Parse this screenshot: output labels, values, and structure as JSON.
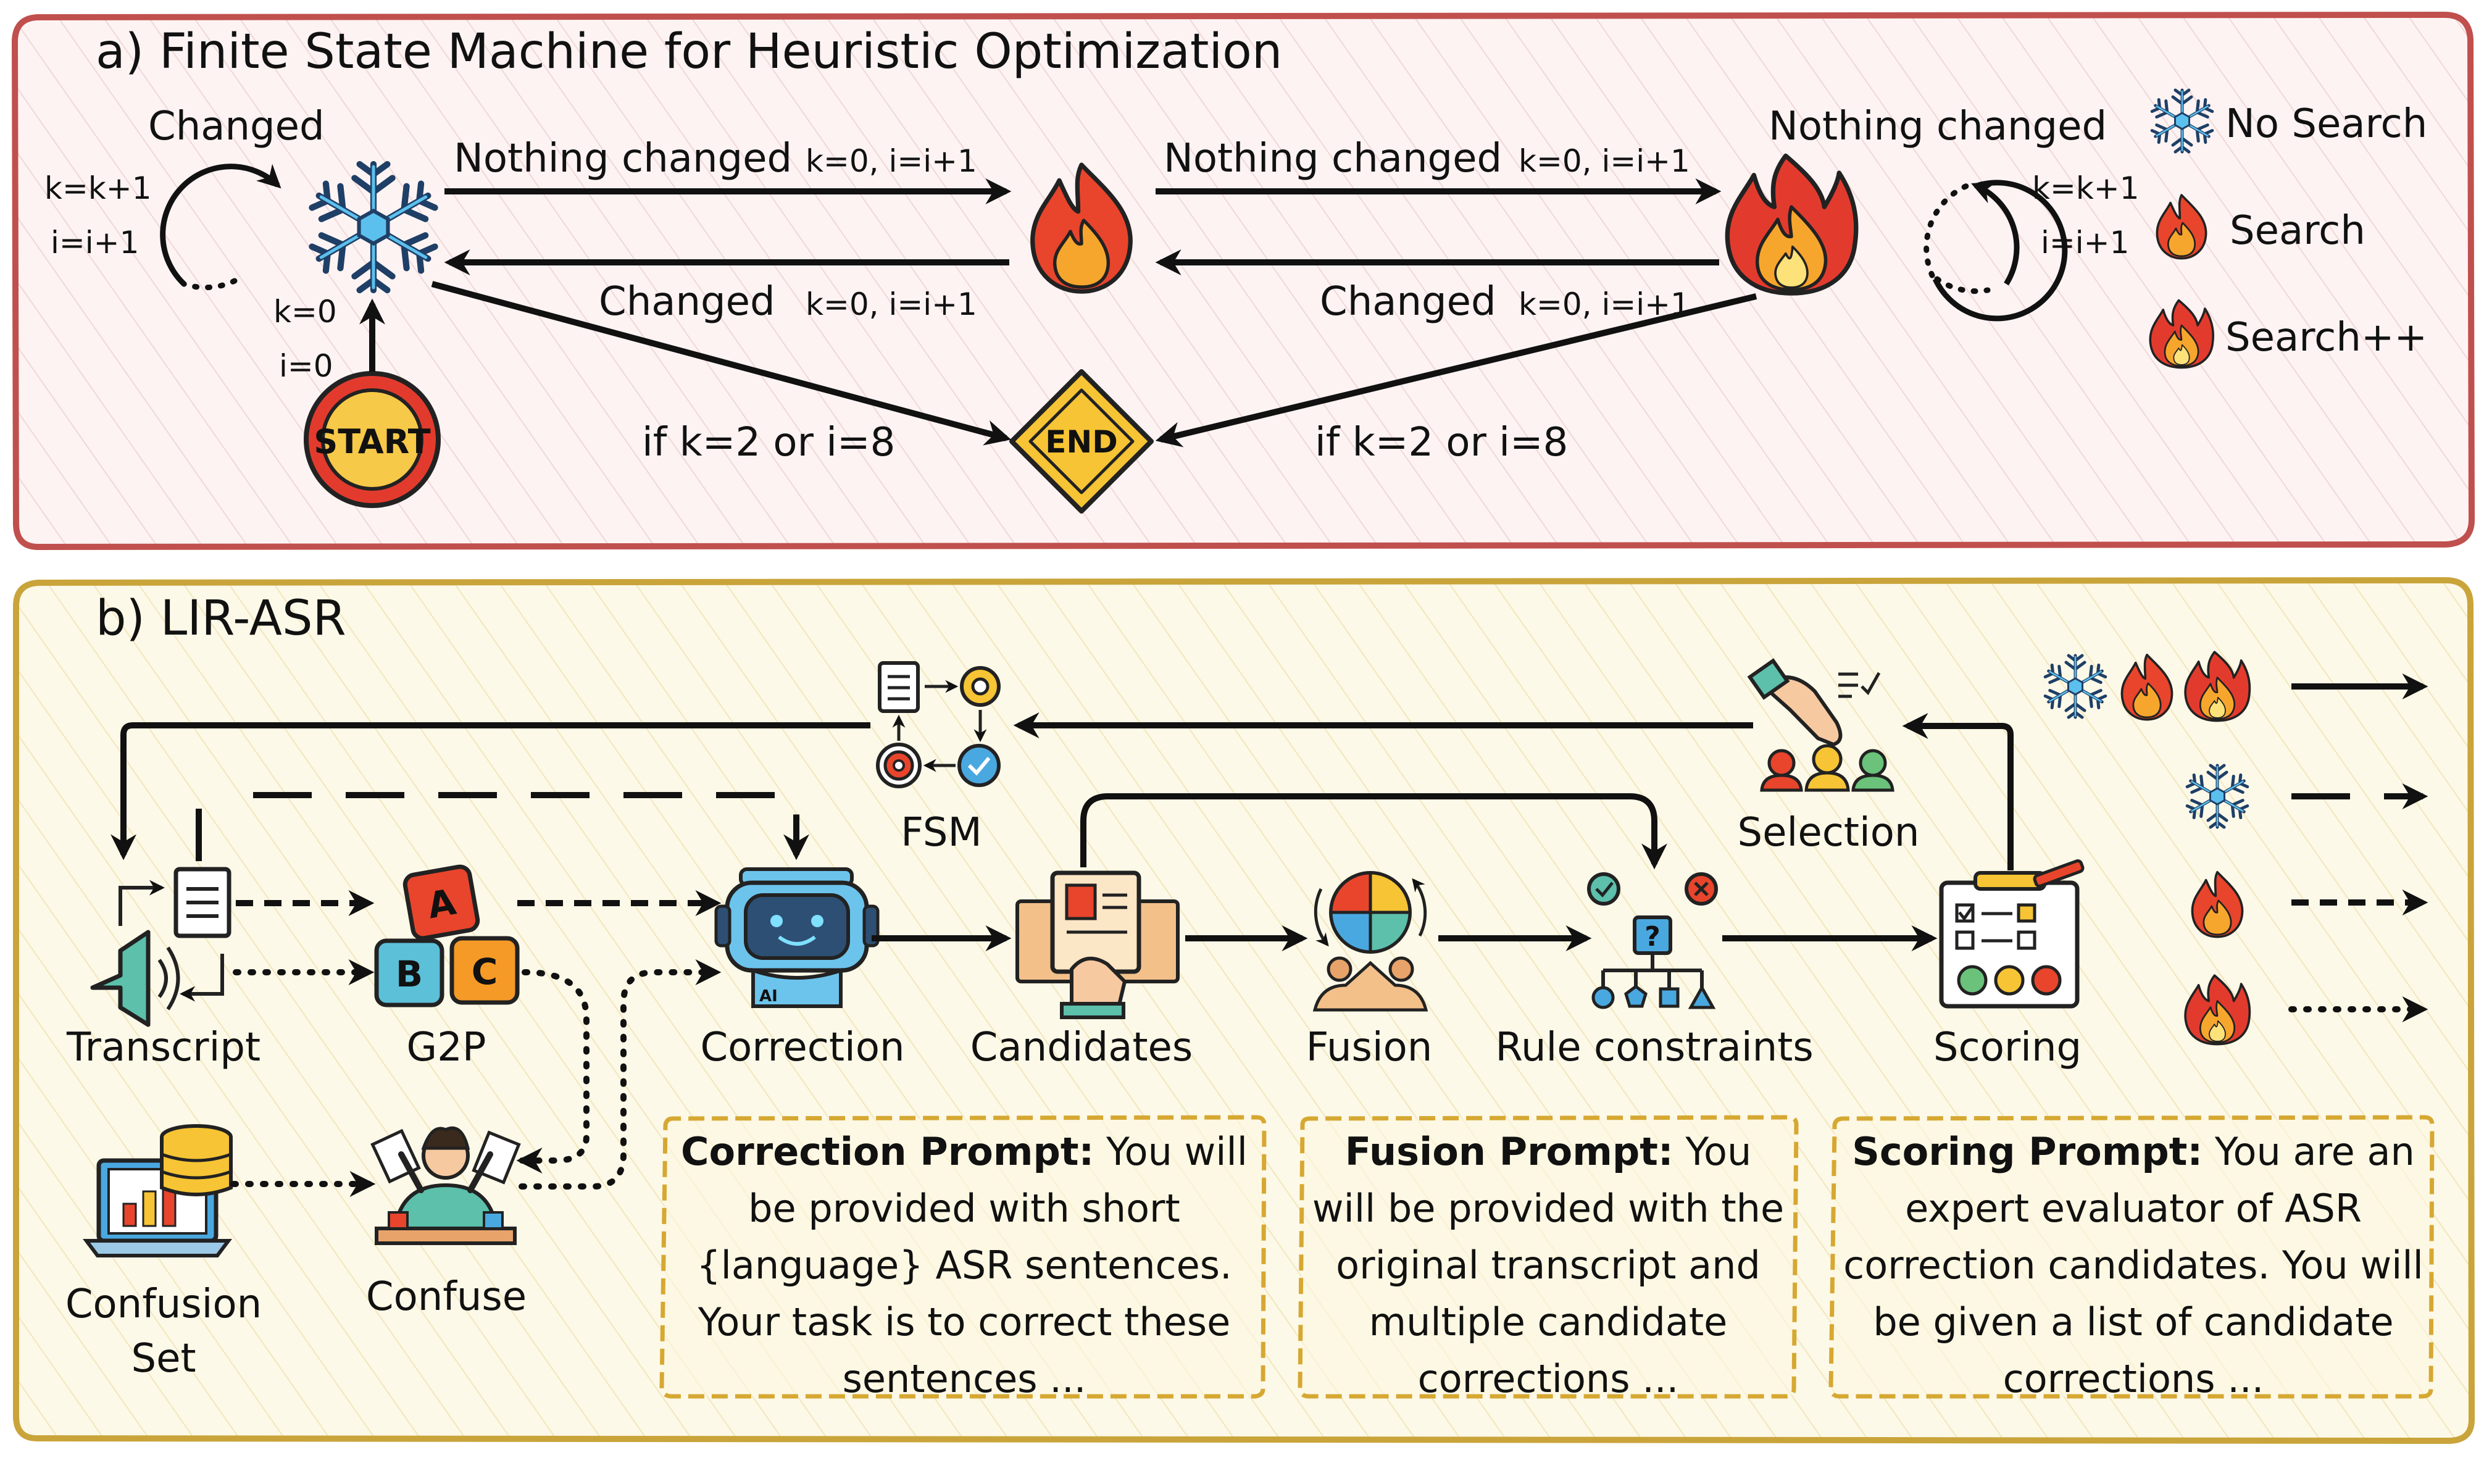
{
  "colors": {
    "panel_a_border": "#c0504d",
    "panel_a_fill": "#fdf1f1",
    "panel_b_border": "#c9a43a",
    "panel_b_fill": "#fdf9e6",
    "fire_red": "#e8452c",
    "fire_orange": "#f59a27",
    "snow_blue": "#4aa8e0",
    "start_red": "#e23b2e",
    "start_yellow": "#f7c948",
    "end_yellow": "#f6c434"
  },
  "panel_a": {
    "title": "a) Finite State Machine for Heuristic Optimization",
    "loop_left": {
      "label": "Changed",
      "k": "k=k+1",
      "i": "i=i+1"
    },
    "loop_right": {
      "label": "Nothing changed",
      "k": "k=k+1",
      "i": "i=i+1"
    },
    "edge_1": {
      "label": "Nothing changed",
      "update": "k=0, i=i+1"
    },
    "edge_2": {
      "label": "Changed",
      "update": "k=0, i=i+1"
    },
    "edge_3": {
      "label": "Nothing changed",
      "update": "k=0, i=i+1"
    },
    "edge_4": {
      "label": "Changed",
      "update": "k=0, i=i+1"
    },
    "start_init": {
      "k": "k=0",
      "i": "i=0"
    },
    "start_label": "START",
    "end_label": "END",
    "end_cond_left": "if k=2 or i=8",
    "end_cond_right": "if k=2 or i=8",
    "legend": [
      {
        "icon": "snowflake-icon",
        "label": "No Search"
      },
      {
        "icon": "flame-icon",
        "label": "Search"
      },
      {
        "icon": "big-flame-icon",
        "label": "Search++"
      }
    ]
  },
  "panel_b": {
    "title": "b) LIR-ASR",
    "nodes": {
      "transcript": "Transcript",
      "g2p": "G2P",
      "correction": "Correction",
      "candidates": "Candidates",
      "fusion": "Fusion",
      "rule_constraints": "Rule constraints",
      "scoring": "Scoring",
      "selection": "Selection",
      "fsm": "FSM",
      "confusion_set_1": "Confusion",
      "confusion_set_2": "Set",
      "confuse": "Confuse"
    },
    "g2p_letters": [
      "A",
      "B",
      "C"
    ],
    "robot_badge": "AI",
    "prompts": {
      "correction": {
        "title": "Correction Prompt:",
        "text": "You will be provided with short {language} ASR sentences. Your task is to correct these sentences ..."
      },
      "fusion": {
        "title": "Fusion Prompt:",
        "text": "You will be provided with the original transcript and multiple candidate corrections ..."
      },
      "scoring": {
        "title": "Scoring Prompt:",
        "text": "You are an expert evaluator of ASR correction candidates. You will be given a list of candidate corrections ..."
      }
    },
    "legend": [
      {
        "icons": [
          "snowflake-icon",
          "flame-icon",
          "big-flame-icon"
        ],
        "line": "solid"
      },
      {
        "icons": [
          "snowflake-icon"
        ],
        "line": "dashed"
      },
      {
        "icons": [
          "flame-icon"
        ],
        "line": "short-dashed"
      },
      {
        "icons": [
          "big-flame-icon"
        ],
        "line": "dotted"
      }
    ]
  }
}
